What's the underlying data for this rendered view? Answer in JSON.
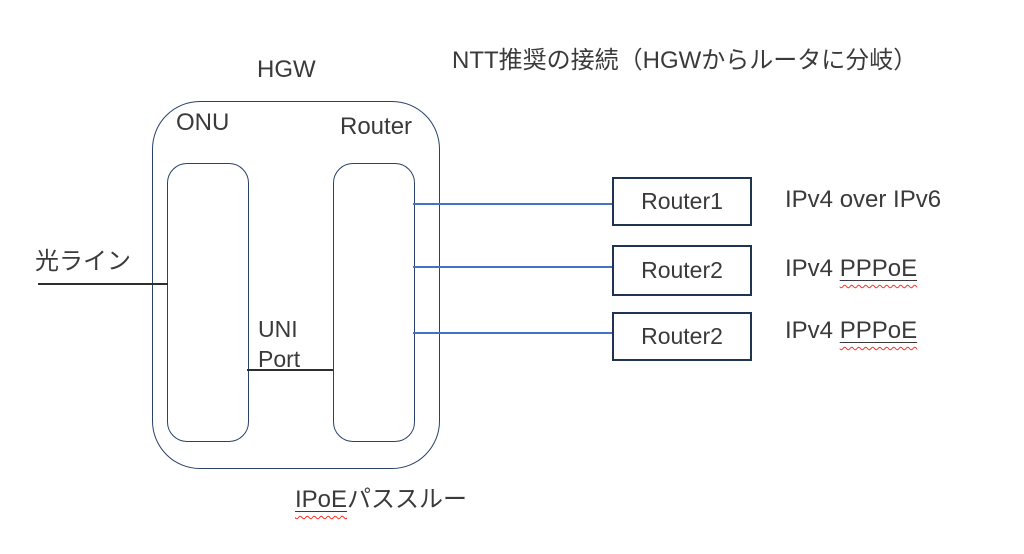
{
  "title": "NTT推奨の接続（HGWからルータに分岐）",
  "optical_line": {
    "label": "光ライン"
  },
  "hgw": {
    "label": "HGW",
    "onu_label": "ONU",
    "router_label": "Router",
    "uni_port_line1": "UNI",
    "uni_port_line2": "Port",
    "passthrough_underlined": "IPoE",
    "passthrough_rest": "パススルー"
  },
  "rows": [
    {
      "box_label": "Router1",
      "conn_plain": "IPv4 over IPv6",
      "conn_underlined": ""
    },
    {
      "box_label": "Router2",
      "conn_plain": "IPv4 ",
      "conn_underlined": "PPPoE"
    },
    {
      "box_label": "Router2",
      "conn_plain": "IPv4 ",
      "conn_underlined": "PPPoE"
    }
  ],
  "colors": {
    "shape_border_navy": "#2a4168",
    "router_box_navy": "#1f3450",
    "connector_blue": "#4472C4",
    "black_line": "#2e2e2e",
    "text": "#3a3a3a",
    "squiggle_red": "#ff2d21"
  }
}
